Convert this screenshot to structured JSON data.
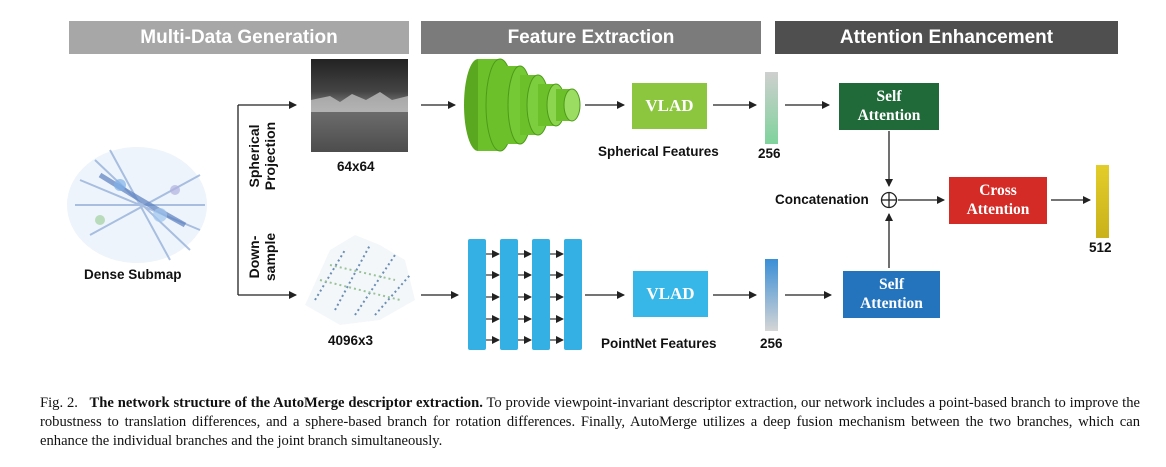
{
  "headers": {
    "multi_data": "Multi-Data Generation",
    "feature": "Feature Extraction",
    "attention": "Attention Enhancement"
  },
  "labels": {
    "dense_submap": "Dense Submap",
    "spherical_projection_l1": "Spherical",
    "spherical_projection_l2": "Projection",
    "downsample_l1": "Down-",
    "downsample_l2": "sample",
    "size_sphere": "64x64",
    "size_points": "4096x3",
    "spherical_features": "Spherical Features",
    "pointnet_features": "PointNet Features",
    "dim_top": "256",
    "dim_bottom": "256",
    "concatenation": "Concatenation",
    "dim_out": "512"
  },
  "boxes": {
    "vlad_top": "VLAD",
    "vlad_bottom": "VLAD",
    "self_attention_top_l1": "Self",
    "self_attention_top_l2": "Attention",
    "self_attention_bottom_l1": "Self",
    "self_attention_bottom_l2": "Attention",
    "cross_attention_l1": "Cross",
    "cross_attention_l2": "Attention"
  },
  "caption": {
    "prefix": "Fig. 2.",
    "title": "The network structure of the AutoMerge descriptor extraction.",
    "body": "To provide viewpoint-invariant descriptor extraction, our network includes a point-based branch to improve the robustness to translation differences, and a sphere-based branch for rotation differences. Finally, AutoMerge utilizes a deep fusion mechanism between the two branches, which can enhance the individual branches and the joint branch simultaneously."
  },
  "colors": {
    "header_light": "#a7a7a7",
    "header_mid": "#7b7b7b",
    "header_dark": "#4f4f4f",
    "cnn_green": "#6cc12a",
    "vlad_green": "#8cc63f",
    "pointnet_blue": "#35b0e4",
    "vlad_blue": "#37b7e8",
    "self_att_green": "#1f6a38",
    "self_att_blue": "#2474bd",
    "cross_att_red": "#d42b26",
    "output_yellow": "#d8c21e"
  }
}
